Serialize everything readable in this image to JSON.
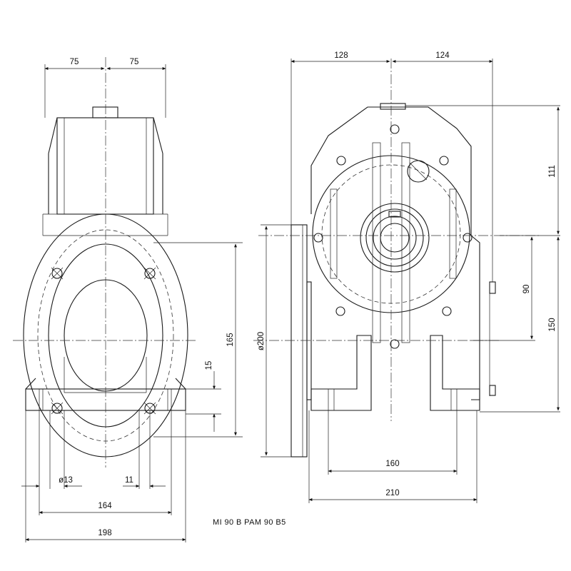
{
  "dimensions": {
    "front_left_half": "75",
    "front_right_half": "75",
    "side_left_width": "128",
    "side_right_width": "124",
    "height_top": "111",
    "center_offset": "90",
    "height_bottom": "150",
    "foot_height": "165",
    "foot_thickness": "15",
    "flange_diameter": "ø200",
    "hole_diameter": "ø13",
    "hole_edge": "11",
    "foot_hole_spacing_front": "164",
    "overall_width_front": "198",
    "foot_hole_spacing_side": "160",
    "overall_width_side": "210"
  },
  "caption": "MI 90 B PAM 90 B5"
}
